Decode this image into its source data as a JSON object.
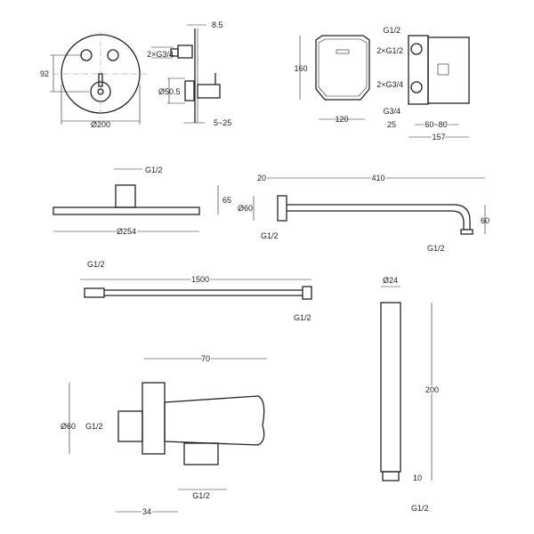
{
  "valve_front": {
    "height": "92",
    "diameter": "Ø200"
  },
  "valve_side": {
    "outlets": "2×G3/4",
    "plate": "8.5",
    "handle_diameter": "Ø50.5",
    "depth": "5~25"
  },
  "box_front": {
    "height": "160",
    "width": "120"
  },
  "box_side": {
    "top": "G1/2",
    "outlets_top": "2×G1/2",
    "outlets_bottom": "2×G3/4",
    "bottom": "G3/4",
    "offset": "25",
    "depth": "60~80",
    "total": "157"
  },
  "shower_head": {
    "connection": "G1/2",
    "height": "65",
    "diameter": "Ø254"
  },
  "shower_arm": {
    "flange": "20",
    "length": "410",
    "diameter": "Ø60",
    "inlet": "G1/2",
    "drop": "60",
    "outlet": "G1/2"
  },
  "hose": {
    "left": "G1/2",
    "length": "1500",
    "right": "G1/2"
  },
  "wall_outlet": {
    "length": "70",
    "diameter": "Ø60",
    "inlet": "G1/2",
    "outlet": "G1/2",
    "depth": "34"
  },
  "hand_shower": {
    "diameter": "Ø24",
    "length": "200",
    "nut": "10",
    "connection": "G1/2"
  }
}
